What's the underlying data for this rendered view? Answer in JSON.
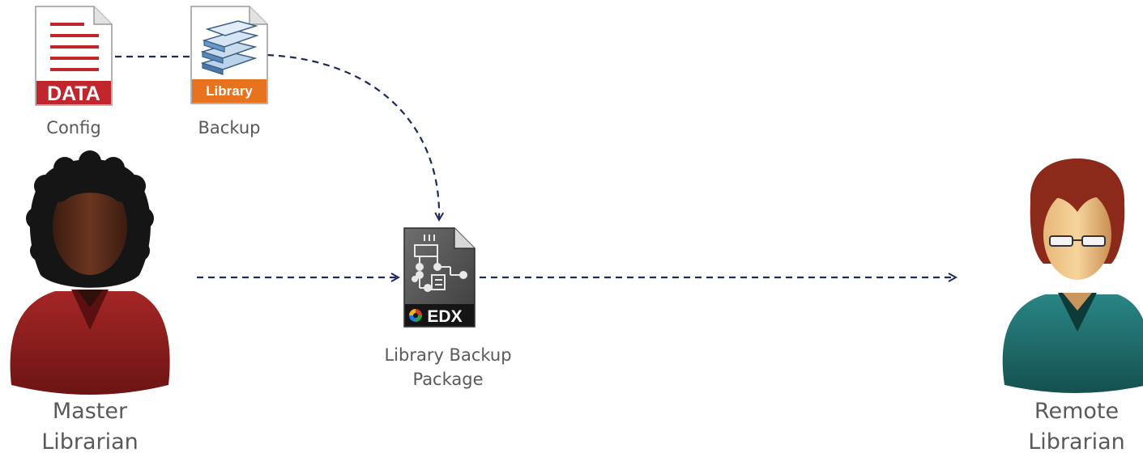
{
  "nodes": {
    "config": {
      "label": "Config",
      "icon_text": "DATA",
      "icon": "data-file-icon"
    },
    "backup": {
      "label": "Backup",
      "icon_text": "Library",
      "icon": "library-file-icon"
    },
    "package": {
      "label_line1": "Library Backup",
      "label_line2": "Package",
      "icon_text": "EDX",
      "icon": "edx-package-icon"
    },
    "master": {
      "label_line1": "Master",
      "label_line2": "Librarian",
      "icon": "master-librarian-avatar-icon"
    },
    "remote": {
      "label_line1": "Remote",
      "label_line2": "Librarian",
      "icon": "remote-librarian-avatar-icon"
    }
  },
  "colors": {
    "connector": "#1f2a5c",
    "label_text": "#595959",
    "data_red": "#c0262c",
    "library_orange": "#e8731e",
    "edx_dark": "#2b2b2b",
    "master_shirt": "#8a1c1c",
    "remote_shirt": "#1f6a6a"
  }
}
